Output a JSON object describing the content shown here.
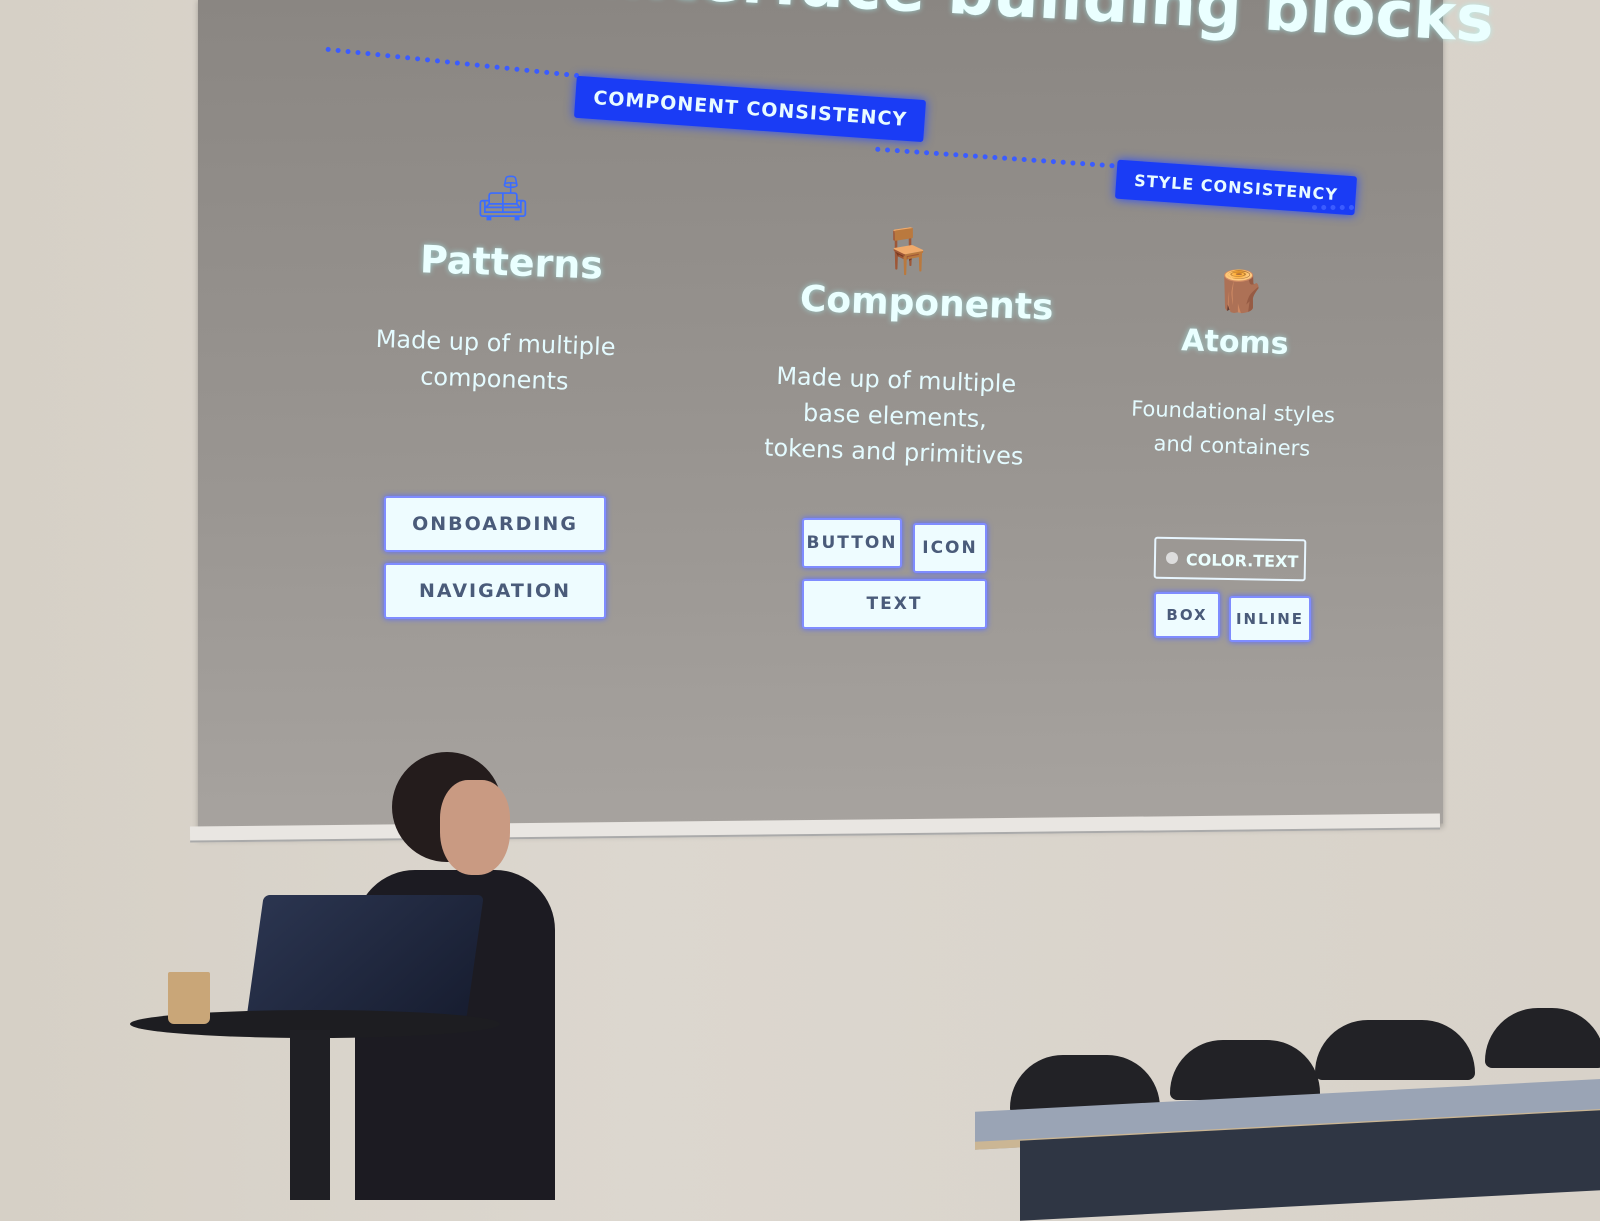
{
  "slide": {
    "title": "interface building blocks",
    "bands": {
      "component_consistency": "COMPONENT CONSISTENCY",
      "style_consistency": "STYLE CONSISTENCY"
    },
    "columns": [
      {
        "icon": "sofa-icon",
        "heading": "Patterns",
        "description": "Made up of multiple components",
        "chips": [
          "ONBOARDING",
          "NAVIGATION"
        ]
      },
      {
        "icon": "chair-icon",
        "heading": "Components",
        "description": "Made up of multiple base elements, tokens and primitives",
        "chips": [
          "BUTTON",
          "ICON",
          "TEXT"
        ]
      },
      {
        "icon": "wood-log-icon",
        "heading": "Atoms",
        "description": "Foundational styles and containers",
        "chips": [
          "COLOR.TEXT",
          "BOX",
          "INLINE"
        ]
      }
    ],
    "colors": {
      "accent": "#1a3cf5",
      "text": "#eaffff",
      "screen": "#8a8682"
    }
  }
}
